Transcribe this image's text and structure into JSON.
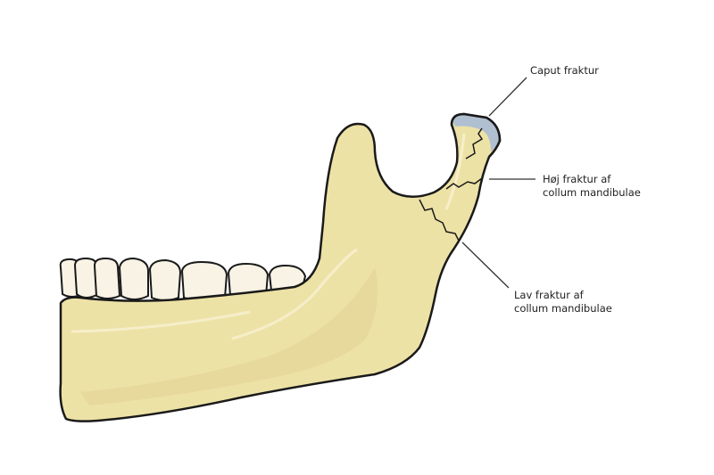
{
  "labels": {
    "caput": "Caput fraktur",
    "high_line1": "Høj fraktur af",
    "high_line2": "collum mandibulae",
    "low_line1": "Lav fraktur af",
    "low_line2": "collum mandibulae"
  },
  "colors": {
    "bone": "#ede2a6",
    "bone_shade": "#e2d394",
    "tooth": "#f8f3e4",
    "cartilage": "#a9bcd6",
    "outline": "#1a1a1a"
  }
}
